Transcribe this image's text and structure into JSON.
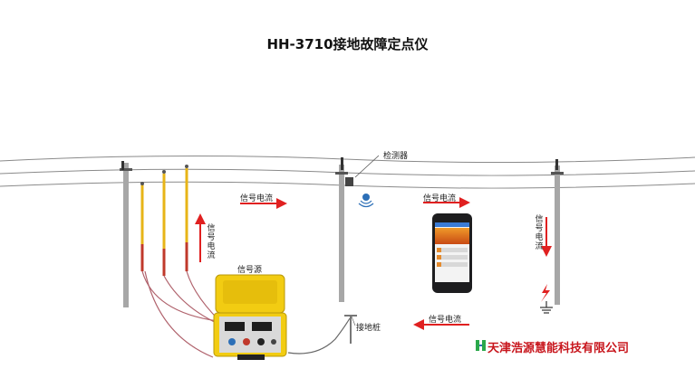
{
  "title": "HH-3710接地故障定点仪",
  "labels": {
    "detector": "检测器",
    "signal_current": "信号电流",
    "signal_source": "信号源",
    "ground_stake": "接地桩"
  },
  "company": "天津浩源慧能科技有限公司",
  "colors": {
    "arrow": "#e02020",
    "wire": "#777777",
    "device_case": "#f2cc12",
    "company_text": "#c8161d"
  }
}
